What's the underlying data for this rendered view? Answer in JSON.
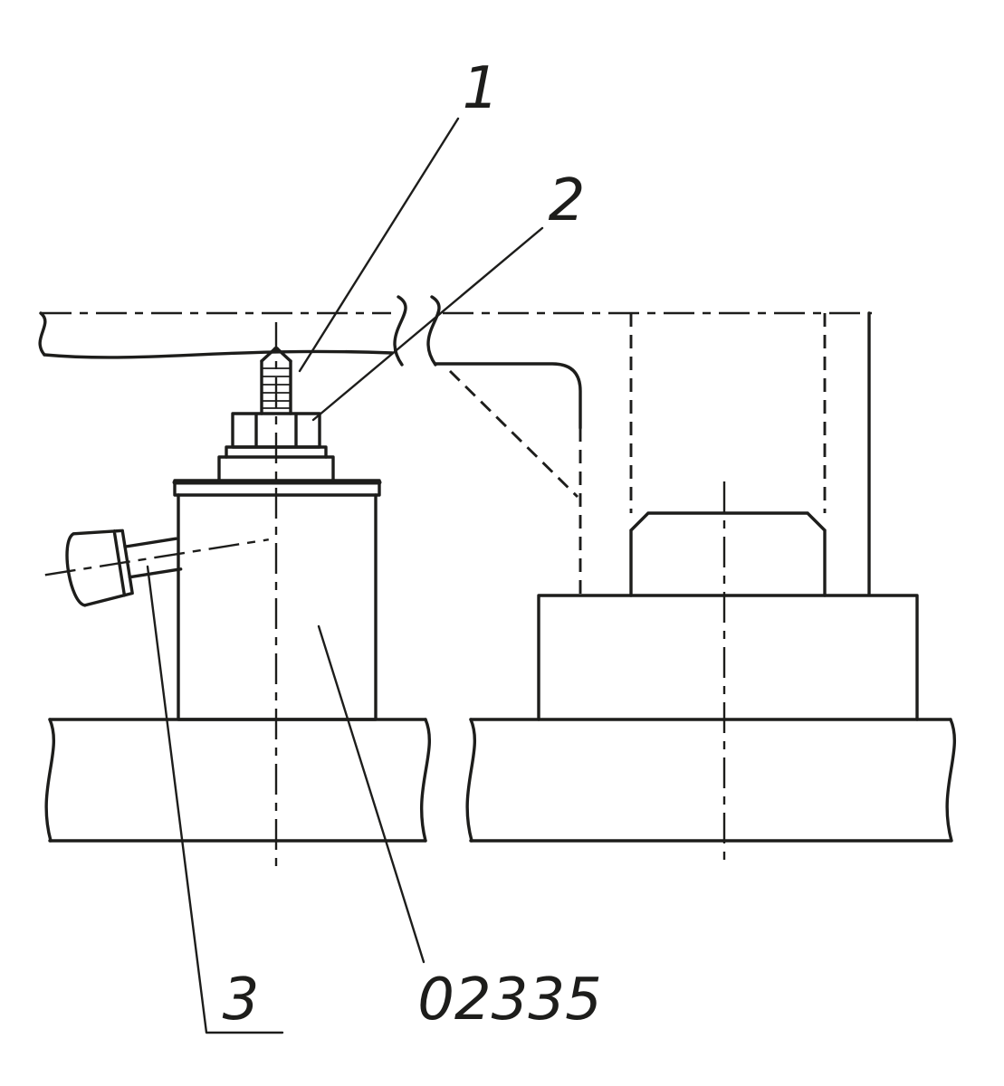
{
  "page": {
    "background": "#ffffff"
  },
  "drawing": {
    "kind": "technical-line-drawing",
    "line_color": "#1d1d1b",
    "labels": {
      "callout_1": "1",
      "callout_2": "2",
      "callout_3": "3",
      "part_number": "02335"
    }
  }
}
